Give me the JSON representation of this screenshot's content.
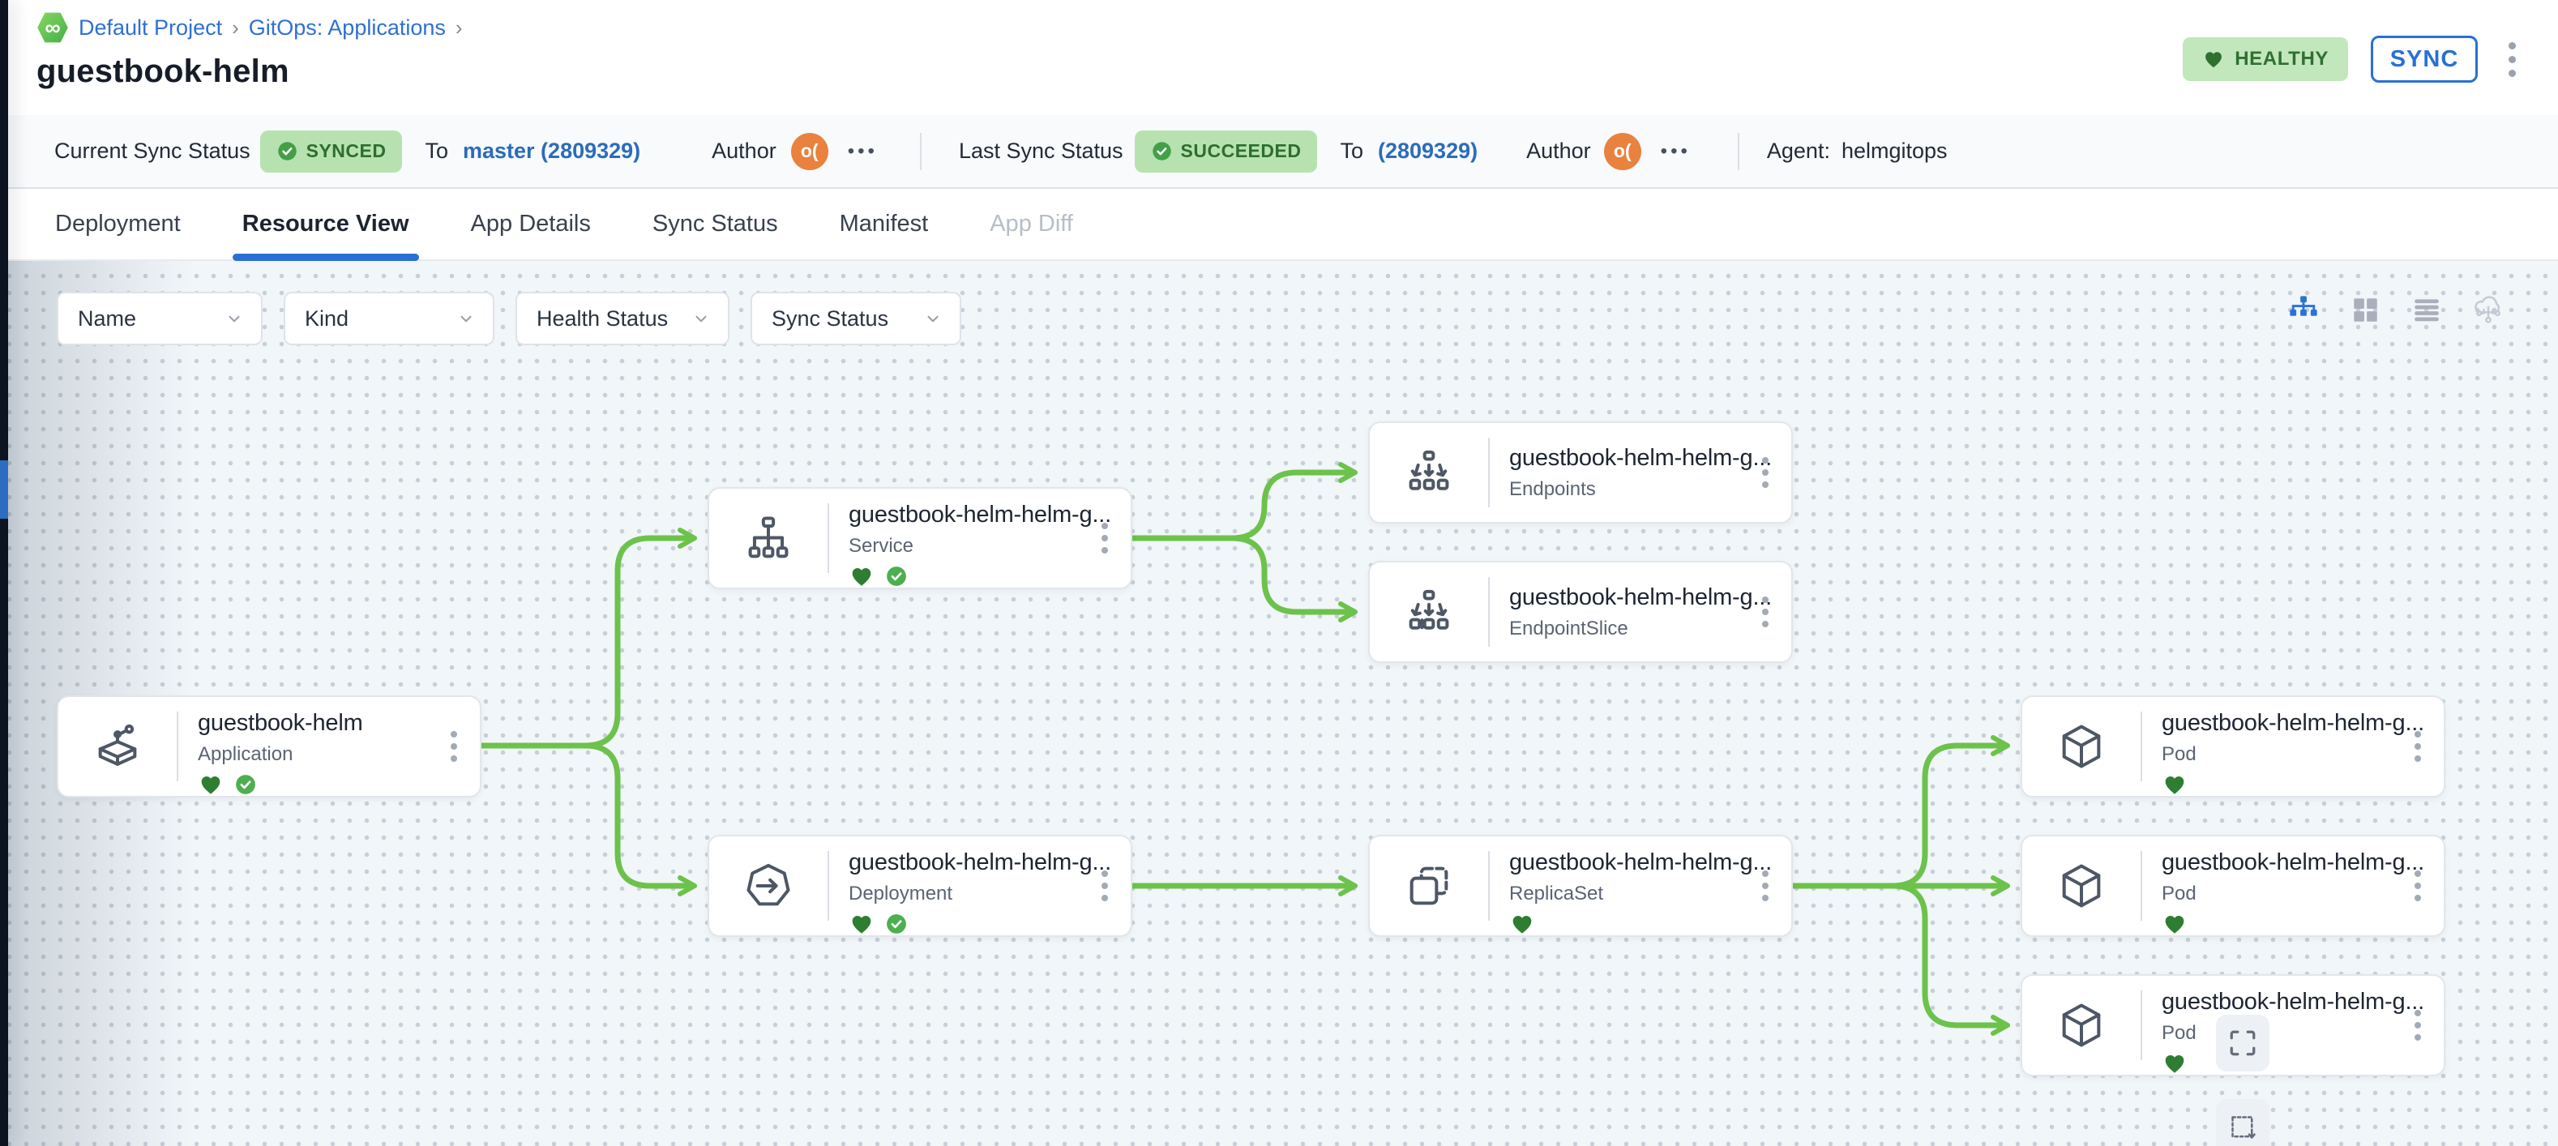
{
  "breadcrumb": {
    "project": "Default Project",
    "section": "GitOps: Applications",
    "separator": "›",
    "logo_glyph": "∞"
  },
  "page": {
    "title": "guestbook-helm"
  },
  "header": {
    "health_label": "HEALTHY",
    "sync_button": "SYNC"
  },
  "status_bar": {
    "current": {
      "label": "Current Sync Status",
      "badge": "SYNCED",
      "to_label": "To",
      "revision": "master (2809329)",
      "author_label": "Author",
      "avatar_text": "o(",
      "more": "•••"
    },
    "last": {
      "label": "Last Sync Status",
      "badge": "SUCCEEDED",
      "to_label": "To",
      "revision": "(2809329)",
      "author_label": "Author",
      "avatar_text": "o(",
      "more": "•••"
    },
    "agent": {
      "label": "Agent:",
      "value": "helmgitops"
    }
  },
  "tabs": [
    {
      "label": "Deployment",
      "state": "normal"
    },
    {
      "label": "Resource View",
      "state": "active"
    },
    {
      "label": "App Details",
      "state": "normal"
    },
    {
      "label": "Sync Status",
      "state": "normal"
    },
    {
      "label": "Manifest",
      "state": "normal"
    },
    {
      "label": "App Diff",
      "state": "disabled"
    }
  ],
  "filters": [
    "Name",
    "Kind",
    "Health Status",
    "Sync Status"
  ],
  "view_modes": [
    "tree-view",
    "card-view",
    "list-view",
    "cluster-view"
  ],
  "nodes": [
    {
      "name": "guestbook-helm",
      "kind": "Application",
      "health": "healthy",
      "synced": "synced"
    },
    {
      "name": "guestbook-helm-helm-g...",
      "kind": "Service",
      "health": "healthy",
      "synced": "synced"
    },
    {
      "name": "guestbook-helm-helm-g...",
      "kind": "Endpoints"
    },
    {
      "name": "guestbook-helm-helm-g...",
      "kind": "EndpointSlice"
    },
    {
      "name": "guestbook-helm-helm-g...",
      "kind": "Deployment",
      "health": "healthy",
      "synced": "synced"
    },
    {
      "name": "guestbook-helm-helm-g...",
      "kind": "ReplicaSet",
      "health": "healthy"
    },
    {
      "name": "guestbook-helm-helm-g...",
      "kind": "Pod",
      "health": "healthy"
    },
    {
      "name": "guestbook-helm-helm-g...",
      "kind": "Pod",
      "health": "healthy"
    },
    {
      "name": "guestbook-helm-helm-g...",
      "kind": "Pod",
      "health": "healthy"
    }
  ],
  "colors": {
    "accent_blue": "#2a70d4",
    "link_blue": "#2b6cba",
    "badge_green_bg": "#b7e2b0",
    "badge_green_text": "#2d6e2e",
    "health_heart_green": "#2e7d32",
    "sync_check_green": "#4caf50",
    "edge_green": "#6cc24a",
    "avatar_orange": "#e8823e",
    "canvas_bg": "#f1f6f9",
    "sidebar_dark": "#0c1422"
  }
}
